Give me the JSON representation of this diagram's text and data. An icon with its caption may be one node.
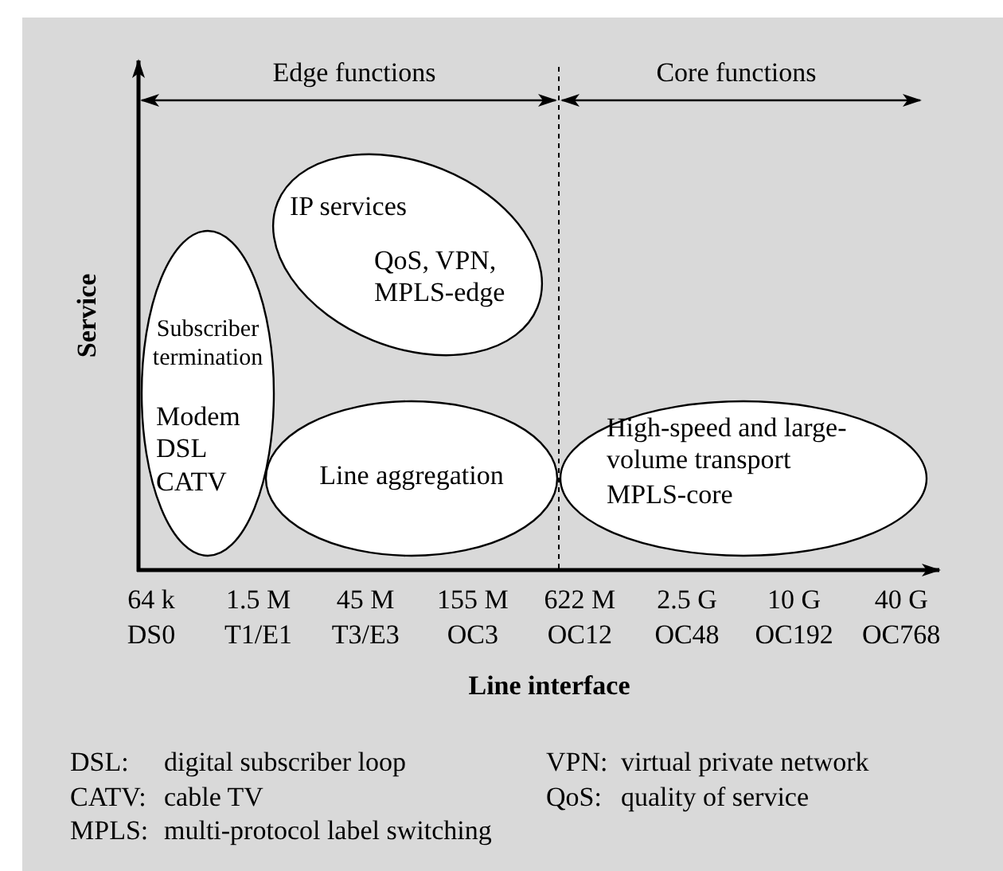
{
  "diagram": {
    "nodes": [
      {
        "text": [
          "Subscriber termination",
          "Modem DSL CATV"
        ]
      },
      {
        "text": [
          "IP services",
          "QoS, VPN, MPLS-edge"
        ]
      },
      {
        "text": [
          "Line aggregation"
        ]
      },
      {
        "text": [
          "High-speed and large-volume transport",
          "MPLS-core"
        ]
      }
    ],
    "labels": [
      "Edge functions",
      "Core functions",
      "Service",
      "64 k",
      "1.5 M",
      "45 M",
      "155 M",
      "622 M",
      "2.5 G",
      "10 G",
      "40 G",
      "DS0",
      "T1/E1",
      "T3/E3",
      "OC3",
      "OC12",
      "OC48",
      "OC192",
      "OC768",
      "Line interface",
      "DSL:",
      "digital subscriber loop",
      "VPN:",
      "virtual private network",
      "CATV:",
      "cable TV",
      "QoS:",
      "quality of service",
      "MPLS:",
      "multi-protocol label switching"
    ]
  }
}
